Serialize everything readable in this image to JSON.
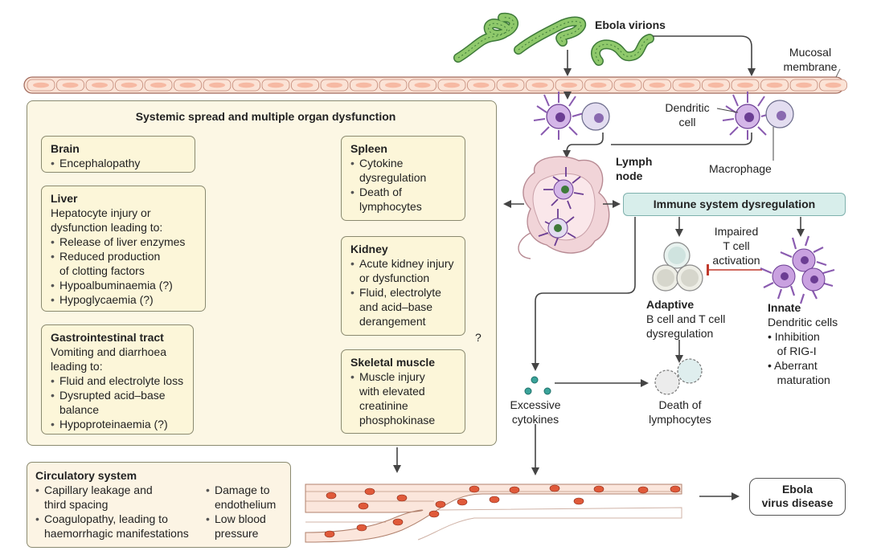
{
  "virions": {
    "label": "Ebola virions"
  },
  "membrane": {
    "label_line1": "Mucosal",
    "label_line2": "membrane"
  },
  "cells": {
    "dendritic_line1": "Dendritic",
    "dendritic_line2": "cell",
    "macrophage": "Macrophage"
  },
  "lymph": {
    "line1": "Lymph",
    "line2": "node"
  },
  "main_panel": {
    "title": "Systemic spread and multiple organ dysfunction"
  },
  "brain": {
    "title": "Brain",
    "items": [
      "Encephalopathy"
    ]
  },
  "liver": {
    "title": "Liver",
    "intro1": "Hepatocyte injury or",
    "intro2": "dysfunction leading to:",
    "items": [
      "Release of liver enzymes",
      "Reduced production",
      "of clotting factors",
      "Hypoalbuminaemia (?)",
      "Hypoglycaemia (?)"
    ]
  },
  "gi": {
    "title": "Gastrointestinal tract",
    "intro1": "Vomiting and diarrhoea",
    "intro2": "leading to:",
    "items": [
      "Fluid and electrolyte loss",
      "Dysrupted acid–base",
      "balance",
      "Hypoproteinaemia (?)"
    ]
  },
  "spleen": {
    "title": "Spleen",
    "items": [
      "Cytokine",
      "dysregulation",
      "Death of",
      "lymphocytes"
    ]
  },
  "kidney": {
    "title": "Kidney",
    "items": [
      "Acute kidney injury",
      "or dysfunction",
      "Fluid, electrolyte",
      "and acid–base",
      "derangement"
    ]
  },
  "muscle": {
    "title": "Skeletal muscle",
    "items": [
      "Muscle injury",
      "with elevated",
      "creatinine",
      "phosphokinase"
    ]
  },
  "question_mark": "?",
  "immune": {
    "title": "Immune system dysregulation"
  },
  "impaired": {
    "line1": "Impaired",
    "line2": "T cell",
    "line3": "activation"
  },
  "adaptive": {
    "title": "Adaptive",
    "line1": "B cell and T cell",
    "line2": "dysregulation"
  },
  "innate": {
    "title": "Innate",
    "line1": "Dendritic cells",
    "items": [
      "Inhibition",
      "of RIG-I",
      "Aberrant",
      "maturation"
    ]
  },
  "cytokines": {
    "line1": "Excessive",
    "line2": "cytokines"
  },
  "death": {
    "line1": "Death of",
    "line2": "lymphocytes"
  },
  "circulatory": {
    "title": "Circulatory system",
    "col1": [
      "Capillary leakage and",
      "third spacing",
      "Coagulopathy, leading to",
      "haemorrhagic manifestations"
    ],
    "col2": [
      "Damage to",
      "endothelium",
      "Low blood",
      "pressure"
    ]
  },
  "outcome": {
    "line1": "Ebola",
    "line2": "virus disease"
  },
  "colors": {
    "membrane_fill": "#fbe3d6",
    "membrane_cell": "#f6b9a3",
    "virion": "#8fc96b",
    "virion_dark": "#3e7a3a",
    "cell_purple": "#b88fd3",
    "cell_nucleus": "#6b3d93",
    "panel_fill": "#fcf7e4",
    "immune_fill": "#d8eeeb",
    "vessel_fill": "#fbe6dc",
    "rbc": "#e05a3a"
  }
}
